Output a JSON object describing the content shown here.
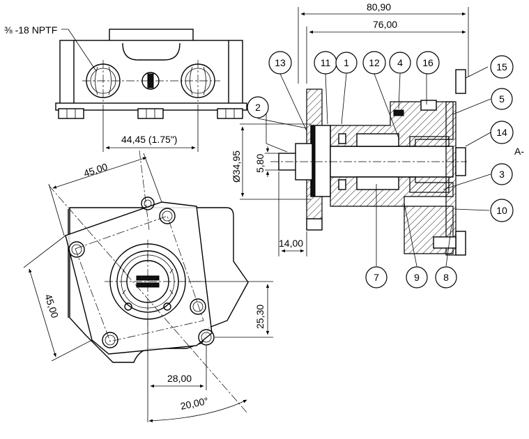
{
  "thread_label": "⅜ -18 NPTF",
  "dimensions": {
    "overall_length": "80,90",
    "body_length": "76,00",
    "port_spacing": "44,45 (1.75\")",
    "shaft_diameter": "Ø34,95",
    "shaft_key": "5,80",
    "flange_offset": "14,00",
    "flange_width": "45,00",
    "flange_height": "45,00",
    "vertical_offset": "25,30",
    "horizontal_offset": "28,00",
    "rotation_angle": "20,00°"
  },
  "balloons": [
    "1",
    "2",
    "3",
    "4",
    "5",
    "7",
    "8",
    "9",
    "10",
    "11",
    "12",
    "13",
    "14",
    "15",
    "16"
  ],
  "section_label": "A-"
}
